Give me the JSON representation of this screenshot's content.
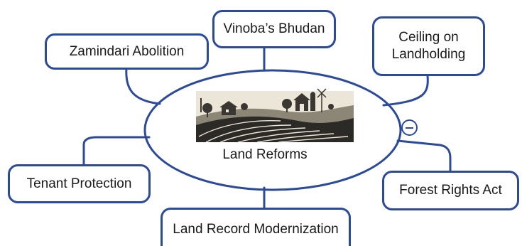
{
  "central_topic": {
    "label": "Land Reforms",
    "image_icon": "farmland-illustration-icon"
  },
  "branches": [
    {
      "label": "Zamindari Abolition"
    },
    {
      "label": "Vinoba’s Bhudan"
    },
    {
      "label": "Ceiling on Landholding",
      "lines": [
        "Ceiling on",
        "Landholding"
      ]
    },
    {
      "label": "Tenant Protection"
    },
    {
      "label": "Forest Rights Act"
    },
    {
      "label": "Land Record Modernization"
    }
  ],
  "controls": {
    "collapse_icon": "collapse-minus-icon"
  },
  "colors": {
    "stroke": "#2c4a9c",
    "text": "#1a1a1a",
    "background": "#ffffff"
  }
}
